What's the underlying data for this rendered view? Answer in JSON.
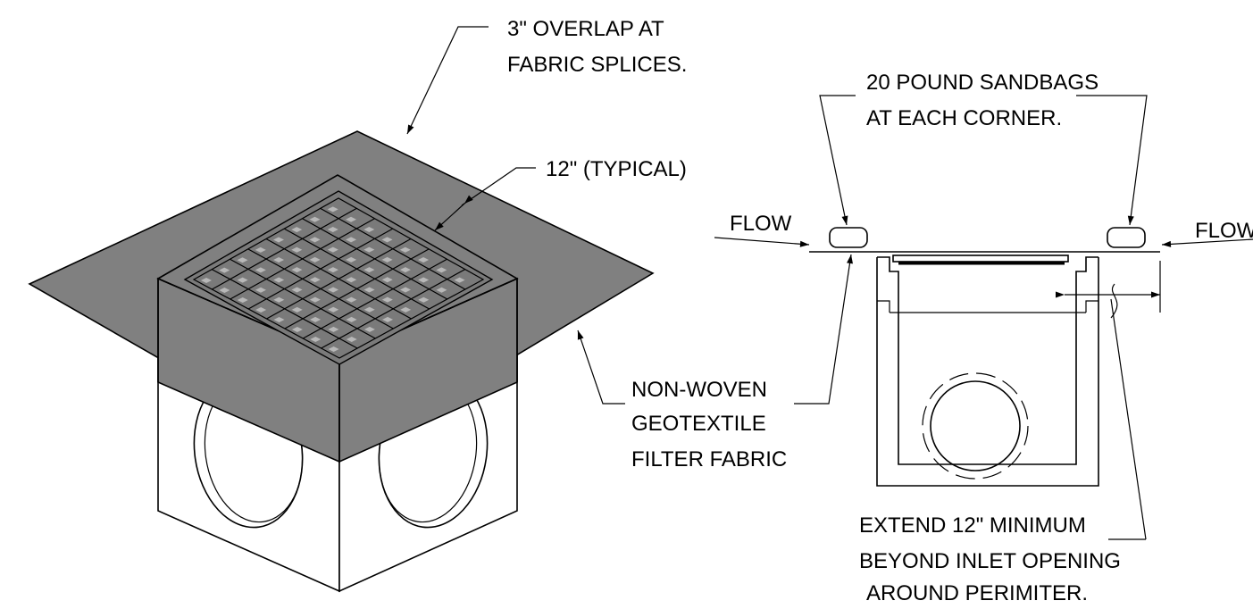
{
  "labels": {
    "overlap_line1": "3\" OVERLAP AT",
    "overlap_line2": "FABRIC SPLICES.",
    "typical": "12\" (TYPICAL)",
    "sandbags_line1": "20 POUND SANDBAGS",
    "sandbags_line2": "AT EACH CORNER.",
    "flow_left": "FLOW",
    "flow_right": "FLOW",
    "fabric_line1": "NON-WOVEN",
    "fabric_line2": "GEOTEXTILE",
    "fabric_line3": "FILTER FABRIC",
    "extend_line1": "EXTEND 12\" MINIMUM",
    "extend_line2": "BEYOND INLET OPENING",
    "extend_line3": "AROUND PERIMITER."
  },
  "colors": {
    "fabric": "#808080",
    "line": "#000000",
    "background": "#ffffff"
  }
}
